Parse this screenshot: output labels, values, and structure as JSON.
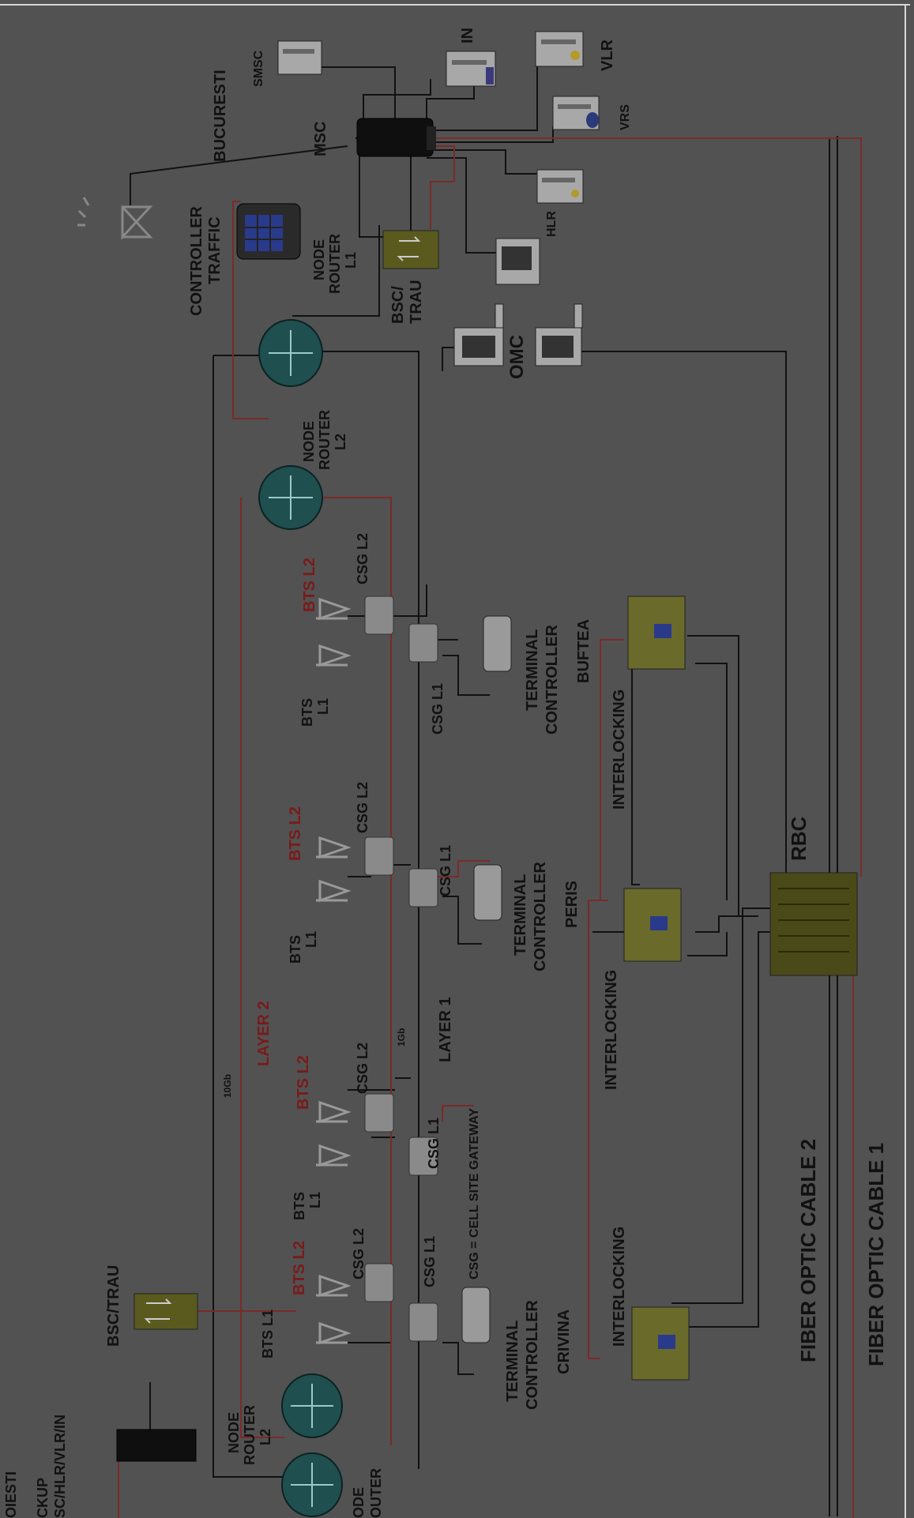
{
  "labels": {
    "bucuresti": "BUCURESTI",
    "msc": "MSC",
    "smsc": "SMSC",
    "in": "IN",
    "vlr": "VLR",
    "vrs": "VRS",
    "hlr": "HLR",
    "controller_traffic_1": "CONTROLLER",
    "controller_traffic_2": "TRAFFIC",
    "node_router_l1": [
      "NODE",
      "ROUTER",
      "L1"
    ],
    "bsc_trau_main": [
      "BSC/",
      "TRAU"
    ],
    "omc": "OMC",
    "node_router_l2": [
      "NODE",
      "ROUTER",
      "L2"
    ],
    "bts_l2": "BTS L2",
    "csg_l2": "CSG L2",
    "csg_l1": "CSG L1",
    "bts": "BTS",
    "l1": "L1",
    "bts_l1_inline": "BTS L1",
    "terminal_controller": [
      "TERMINAL",
      "CONTROLLER"
    ],
    "buftea": "BUFTEA",
    "peris": "PERIS",
    "crivina": "CRIVINA",
    "interlocking": "INTERLOCKING",
    "layer2": "LAYER 2",
    "layer1": "LAYER 1",
    "gb10": "10Gb",
    "gb1": "1Gb",
    "csg_def": "CSG = CELL SITE GATEWAY",
    "rbc": "RBC",
    "fiber2": "FIBER OPTIC CABLE 2",
    "fiber1": "FIBER OPTIC CABLE 1",
    "bsc_trau_backup": "BSC/TRAU",
    "backup_1": "OIESTI",
    "backup_2": "CKUP",
    "backup_3": "SC/HLR/VLR/IN",
    "node_router_l2_bottom": [
      "NODE",
      "ROUTER",
      "L2"
    ],
    "node_bottom": [
      "ODE",
      "OUTER"
    ]
  },
  "colors": {
    "background": "#525252",
    "link_layer2": "#7a2a2a",
    "link_black": "#111111",
    "label_red": "#7a1a1a",
    "router": "#1f4f4f",
    "csg": "#8a8a8a",
    "bsc": "#5a5a1e"
  }
}
